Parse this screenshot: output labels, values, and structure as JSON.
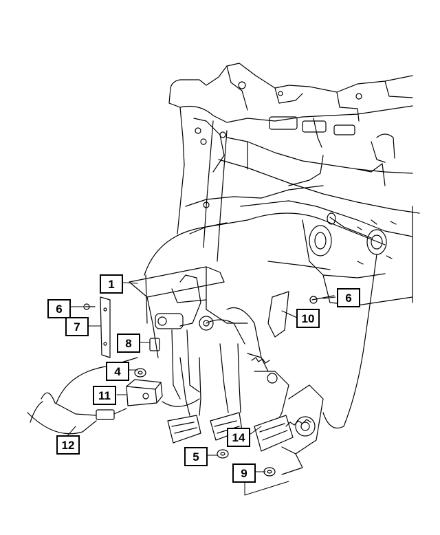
{
  "diagram": {
    "callouts": [
      {
        "id": "c1",
        "label": "1"
      },
      {
        "id": "c4",
        "label": "4"
      },
      {
        "id": "c5",
        "label": "5"
      },
      {
        "id": "c6a",
        "label": "6"
      },
      {
        "id": "c6b",
        "label": "6"
      },
      {
        "id": "c7",
        "label": "7"
      },
      {
        "id": "c8",
        "label": "8"
      },
      {
        "id": "c9",
        "label": "9"
      },
      {
        "id": "c10",
        "label": "10"
      },
      {
        "id": "c11",
        "label": "11"
      },
      {
        "id": "c12",
        "label": "12"
      },
      {
        "id": "c14",
        "label": "14"
      }
    ],
    "line_color": "#000000",
    "background": "#ffffff"
  }
}
